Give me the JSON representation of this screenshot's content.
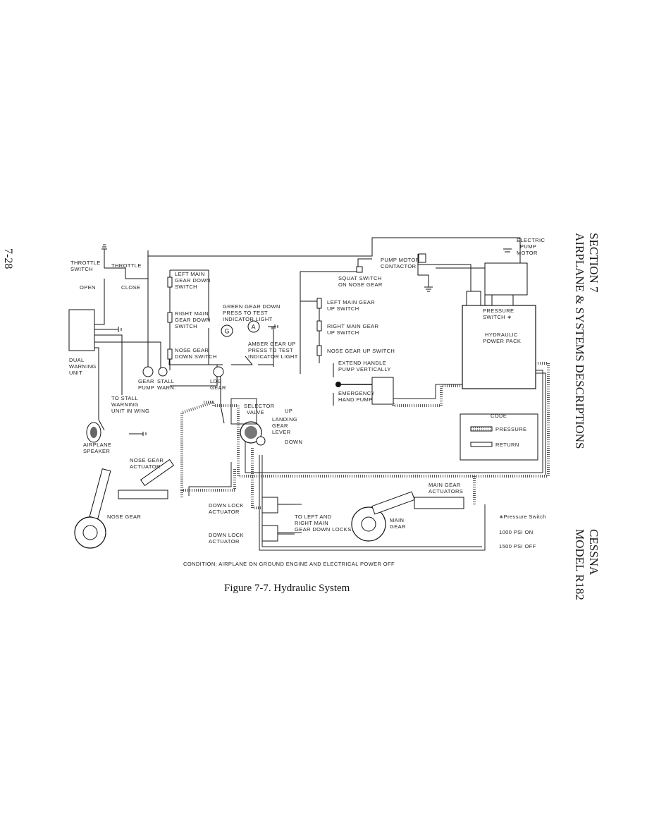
{
  "header": {
    "section": "SECTION 7",
    "section_title": "AIRPLANE & SYSTEMS DESCRIPTIONS",
    "brand": "CESSNA",
    "model": "MODEL R182",
    "page_number": "7-28"
  },
  "caption": "Figure 7-7.  Hydraulic System",
  "labels": {
    "throttle_switch": [
      "THROTTLE",
      "SWITCH"
    ],
    "throttle": "THROTTLE",
    "open": "OPEN",
    "close": "CLOSE",
    "dual_warning_unit": [
      "DUAL",
      "WARNING",
      "UNIT"
    ],
    "gear_pump": [
      "GEAR",
      "PUMP"
    ],
    "stall_warn": [
      "STALL",
      "WARN."
    ],
    "to_stall_warning": [
      "TO STALL",
      "WARNING",
      "UNIT IN WING"
    ],
    "airplane_speaker": [
      "AIRPLANE",
      "SPEAKER"
    ],
    "left_main_gear_down": [
      "LEFT MAIN",
      "GEAR DOWN",
      "SWITCH"
    ],
    "right_main_gear_down": [
      "RIGHT MAIN",
      "GEAR DOWN",
      "SWITCH"
    ],
    "nose_gear_down": [
      "NOSE GEAR",
      "DOWN SWITCH"
    ],
    "green_light": [
      "GREEN GEAR DOWN",
      "PRESS TO TEST",
      "INDICATOR LIGHT"
    ],
    "amber_light": [
      "AMBER GEAR UP",
      "PRESS TO TEST",
      "INDICATOR LIGHT"
    ],
    "g": "G",
    "a": "A",
    "ldg_gear": [
      "LDG",
      "GEAR"
    ],
    "pump_motor_contactor": [
      "PUMP MOTOR",
      "CONTACTOR"
    ],
    "squat_switch": [
      "SQUAT SWITCH",
      "ON NOSE GEAR"
    ],
    "electric_pump_motor": [
      "ELECTRIC",
      "PUMP",
      "MOTOR"
    ],
    "left_main_gear_up": [
      "LEFT MAIN GEAR",
      "UP SWITCH"
    ],
    "right_main_gear_up": [
      "RIGHT MAIN GEAR",
      "UP SWITCH"
    ],
    "nose_gear_up": "NOSE GEAR UP SWITCH",
    "pressure_switch": [
      "PRESSURE",
      "SWITCH ∗"
    ],
    "hydraulic_power_pack": [
      "HYDRAULIC",
      "POWER PACK"
    ],
    "extend_handle": [
      "EXTEND HANDLE",
      "PUMP VERTICALLY"
    ],
    "emergency_hand_pump": [
      "EMERGENCY",
      "HAND PUMP"
    ],
    "selector_valve": [
      "SELECTOR",
      "VALVE"
    ],
    "up": "UP",
    "down": "DOWN",
    "landing_gear_lever": [
      "LANDING",
      "GEAR",
      "LEVER"
    ],
    "code": "CODE",
    "pressure": "PRESSURE",
    "return": "RETURN",
    "nose_gear_actuator": [
      "NOSE GEAR",
      "ACTUATOR"
    ],
    "nose_gear": "NOSE GEAR",
    "down_lock_actuator": [
      "DOWN LOCK",
      "ACTUATOR"
    ],
    "to_left_right": [
      "TO LEFT AND",
      "RIGHT MAIN",
      "GEAR DOWN LOCKS"
    ],
    "main_gear_actuators": [
      "MAIN GEAR",
      "ACTUATORS"
    ],
    "main_gear": [
      "MAIN",
      "GEAR"
    ],
    "pressure_switch_note": "∗Pressure Switch",
    "psi_on": "1000 PSI ON",
    "psi_off": "1500 PSI OFF",
    "condition": "CONDITION:  AIRPLANE ON GROUND   ENGINE AND ELECTRICAL POWER OFF"
  }
}
